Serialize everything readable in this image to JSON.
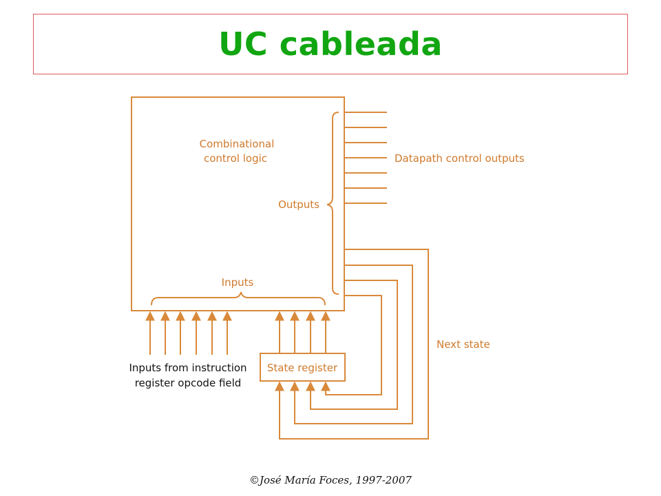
{
  "title": "UC cableada",
  "colors": {
    "title": "#11a611",
    "title_border": "#e05a5a",
    "diagram_line": "#d9893a",
    "label": "#d07a2c"
  },
  "diagram": {
    "block_label_line1": "Combinational",
    "block_label_line2": "control logic",
    "outputs_label": "Outputs",
    "inputs_label": "Inputs",
    "datapath_label": "Datapath control outputs",
    "next_state_label": "Next state",
    "state_register_label": "State register",
    "instruction_inputs_line1": "Inputs from instruction",
    "instruction_inputs_line2": "register opcode field"
  },
  "footer": "©José María Foces, 1997-2007"
}
